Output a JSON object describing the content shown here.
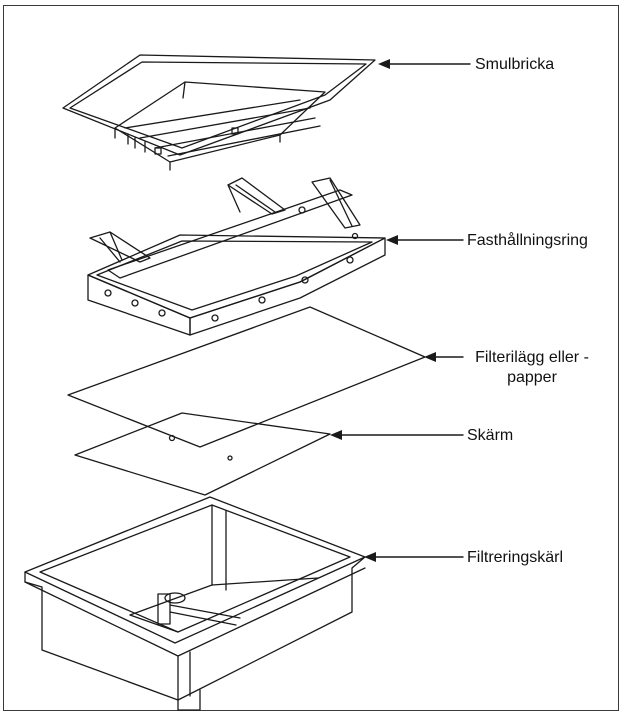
{
  "diagram": {
    "parts": [
      {
        "id": "crumb-tray",
        "label": "Smulbricka"
      },
      {
        "id": "hold-down-ring",
        "label": "Fasthållningsring"
      },
      {
        "id": "filter-pad",
        "label": "Filterilägg eller - papper"
      },
      {
        "id": "screen",
        "label": "Skärm"
      },
      {
        "id": "filter-pan",
        "label": "Filtreringskärl"
      }
    ],
    "colors": {
      "line": "#1a1a1a",
      "frame": "#3a3a3a",
      "background": "#ffffff"
    }
  }
}
